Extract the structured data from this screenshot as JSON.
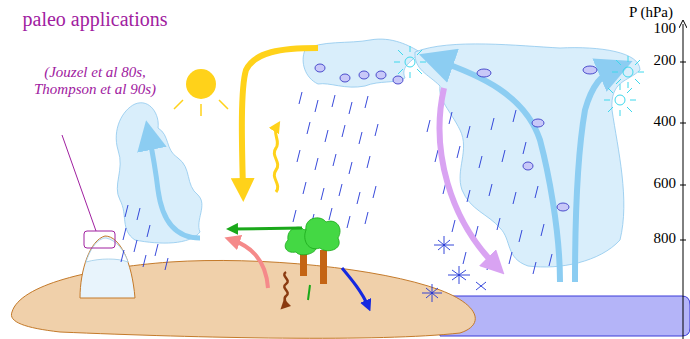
{
  "diagram": {
    "labels": [
      "paleo applications",
      "(Jouzel et al 80s, Thompson et al 90s)",
      "P (hPa)",
      "100",
      "200",
      "400",
      "600",
      "800"
    ]
  }
}
